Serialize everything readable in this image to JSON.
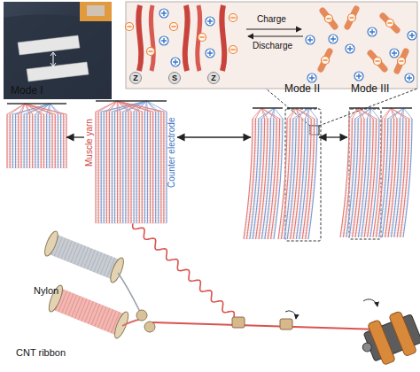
{
  "diagram": {
    "nodes": [
      {
        "text": [
          "Mode I"
        ]
      },
      {
        "text": [
          "Muscle yarn",
          "Counter electrode"
        ]
      },
      {
        "text": [
          "Mode II"
        ]
      },
      {
        "text": [
          "Mode III"
        ]
      }
    ],
    "edges": [
      {
        "from": 1,
        "to": 0,
        "arrow": "to"
      },
      {
        "from": 1,
        "to": 2,
        "arrow": "both"
      },
      {
        "from": 2,
        "to": 3,
        "arrow": "both"
      }
    ],
    "labels": [
      "Charge",
      "Discharge",
      "Z",
      "S",
      "Z",
      "Nylon",
      "CNT ribbon"
    ]
  }
}
